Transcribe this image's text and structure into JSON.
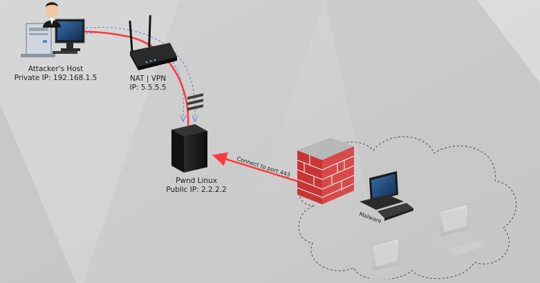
{
  "nodes": {
    "attacker": {
      "name": "Attacker's Host",
      "detail": "Private IP: 192.168.1.5"
    },
    "nat": {
      "name": "NAT | VPN",
      "detail": "IP: 5.5.5.5"
    },
    "pwnd": {
      "name": "Pwnd Linux",
      "detail": "Public IP: 2.2.2.2"
    },
    "malware_host": {
      "name": "Malware"
    }
  },
  "edges": {
    "connect": {
      "label": "Connect to port 443"
    }
  },
  "colors": {
    "background": "#cfcfcf",
    "arrow": "#ff3b3b",
    "tunnel": "#6a8fd4",
    "firewall_brick": "#d64040",
    "cloud_outline": "#4a4a4a"
  },
  "icons": {
    "attacker": "desktop-user-icon",
    "nat": "router-icon",
    "pwnd": "server-tower-icon",
    "firewall": "brick-wall-icon",
    "malware_host": "desktop-computer-icon",
    "network": "cloud-icon"
  }
}
